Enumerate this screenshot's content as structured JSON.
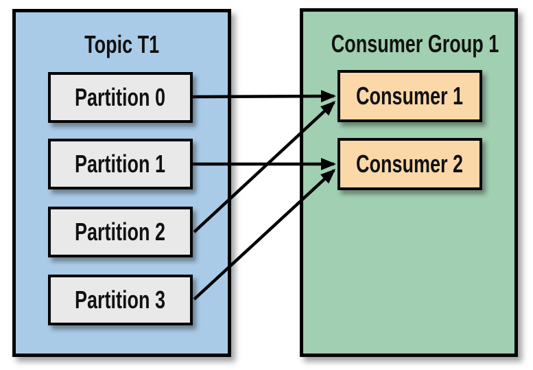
{
  "diagram": {
    "topic": {
      "title": "Topic T1",
      "partitions": [
        "Partition 0",
        "Partition 1",
        "Partition 2",
        "Partition 3"
      ]
    },
    "consumer_group": {
      "title": "Consumer Group 1",
      "consumers": [
        "Consumer 1",
        "Consumer 2"
      ]
    },
    "connections": [
      {
        "from": "Partition 0",
        "to": "Consumer 1"
      },
      {
        "from": "Partition 1",
        "to": "Consumer 2"
      },
      {
        "from": "Partition 2",
        "to": "Consumer 1"
      },
      {
        "from": "Partition 3",
        "to": "Consumer 2"
      }
    ],
    "colors": {
      "topic_fill": "#a9cbe8",
      "consumer_group_fill": "#a0cfb1",
      "partition_fill": "#e9e9e9",
      "consumer_fill": "#fbd8a8",
      "border": "#000000",
      "arrow": "#000000"
    }
  }
}
